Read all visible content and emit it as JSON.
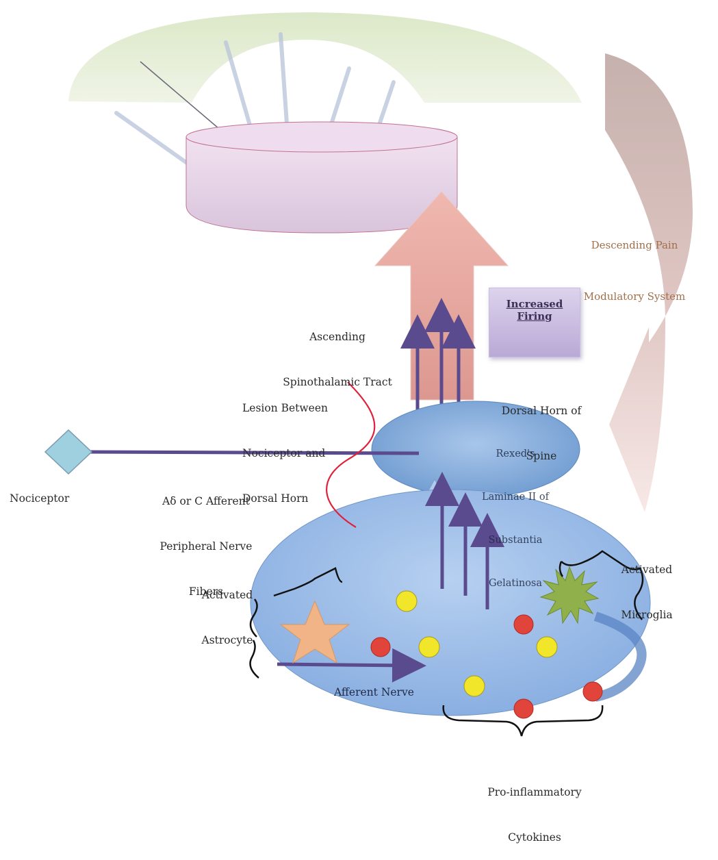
{
  "labels": {
    "descending_l1": "Descending Pain",
    "descending_l2": "Modulatory System",
    "ascending_l1": "Ascending",
    "ascending_l2": "Spinothalamic Tract",
    "increased_l1": "Increased",
    "increased_l2": "Firing",
    "lesion_l1": "Lesion Between",
    "lesion_l2": "Nociceptor and",
    "lesion_l3": "Dorsal Horn",
    "dorsal_l1": "Dorsal Horn of",
    "dorsal_l2": "Spine",
    "rexed_l1": "Rexed's",
    "rexed_l2": "Laminae II of",
    "rexed_l3": "Substantia",
    "rexed_l4": "Gelatinosa",
    "nociceptor": "Nociceptor",
    "fibers_l1": "Aδ or C Afferent",
    "fibers_l2": "Peripheral Nerve",
    "fibers_l3": "Fibers",
    "astro_l1": "Activated",
    "astro_l2": "Astrocyte",
    "micro_l1": "Activated",
    "micro_l2": "Microglia",
    "afferent": "Afferent Nerve",
    "cyto_l1": "Pro-inflammatory",
    "cyto_l2": "Cytokines"
  },
  "colors": {
    "brain_band": "#e3ecd2",
    "thalamus_disk": "#e6d2e6",
    "ascending_arrow": "#e8aaa0",
    "descending_arrow": "#d8aca8",
    "dorsal_horn": "#7ea6d6",
    "glia_region": "#8eb4e0",
    "nerve": "#5a4a8e",
    "nociceptor_diamond": "#9fd0e0",
    "lesion_line": "#e0203a",
    "astrocyte_star": "#f0b486",
    "microglia": "#8fb04a",
    "cytokine_yellow": "#f2e62a",
    "cytokine_red": "#e0443a"
  },
  "icons": {
    "nociceptor": "diamond-icon",
    "astrocyte": "star-icon",
    "microglia": "starburst-icon",
    "cytokine": "circle-icon"
  }
}
